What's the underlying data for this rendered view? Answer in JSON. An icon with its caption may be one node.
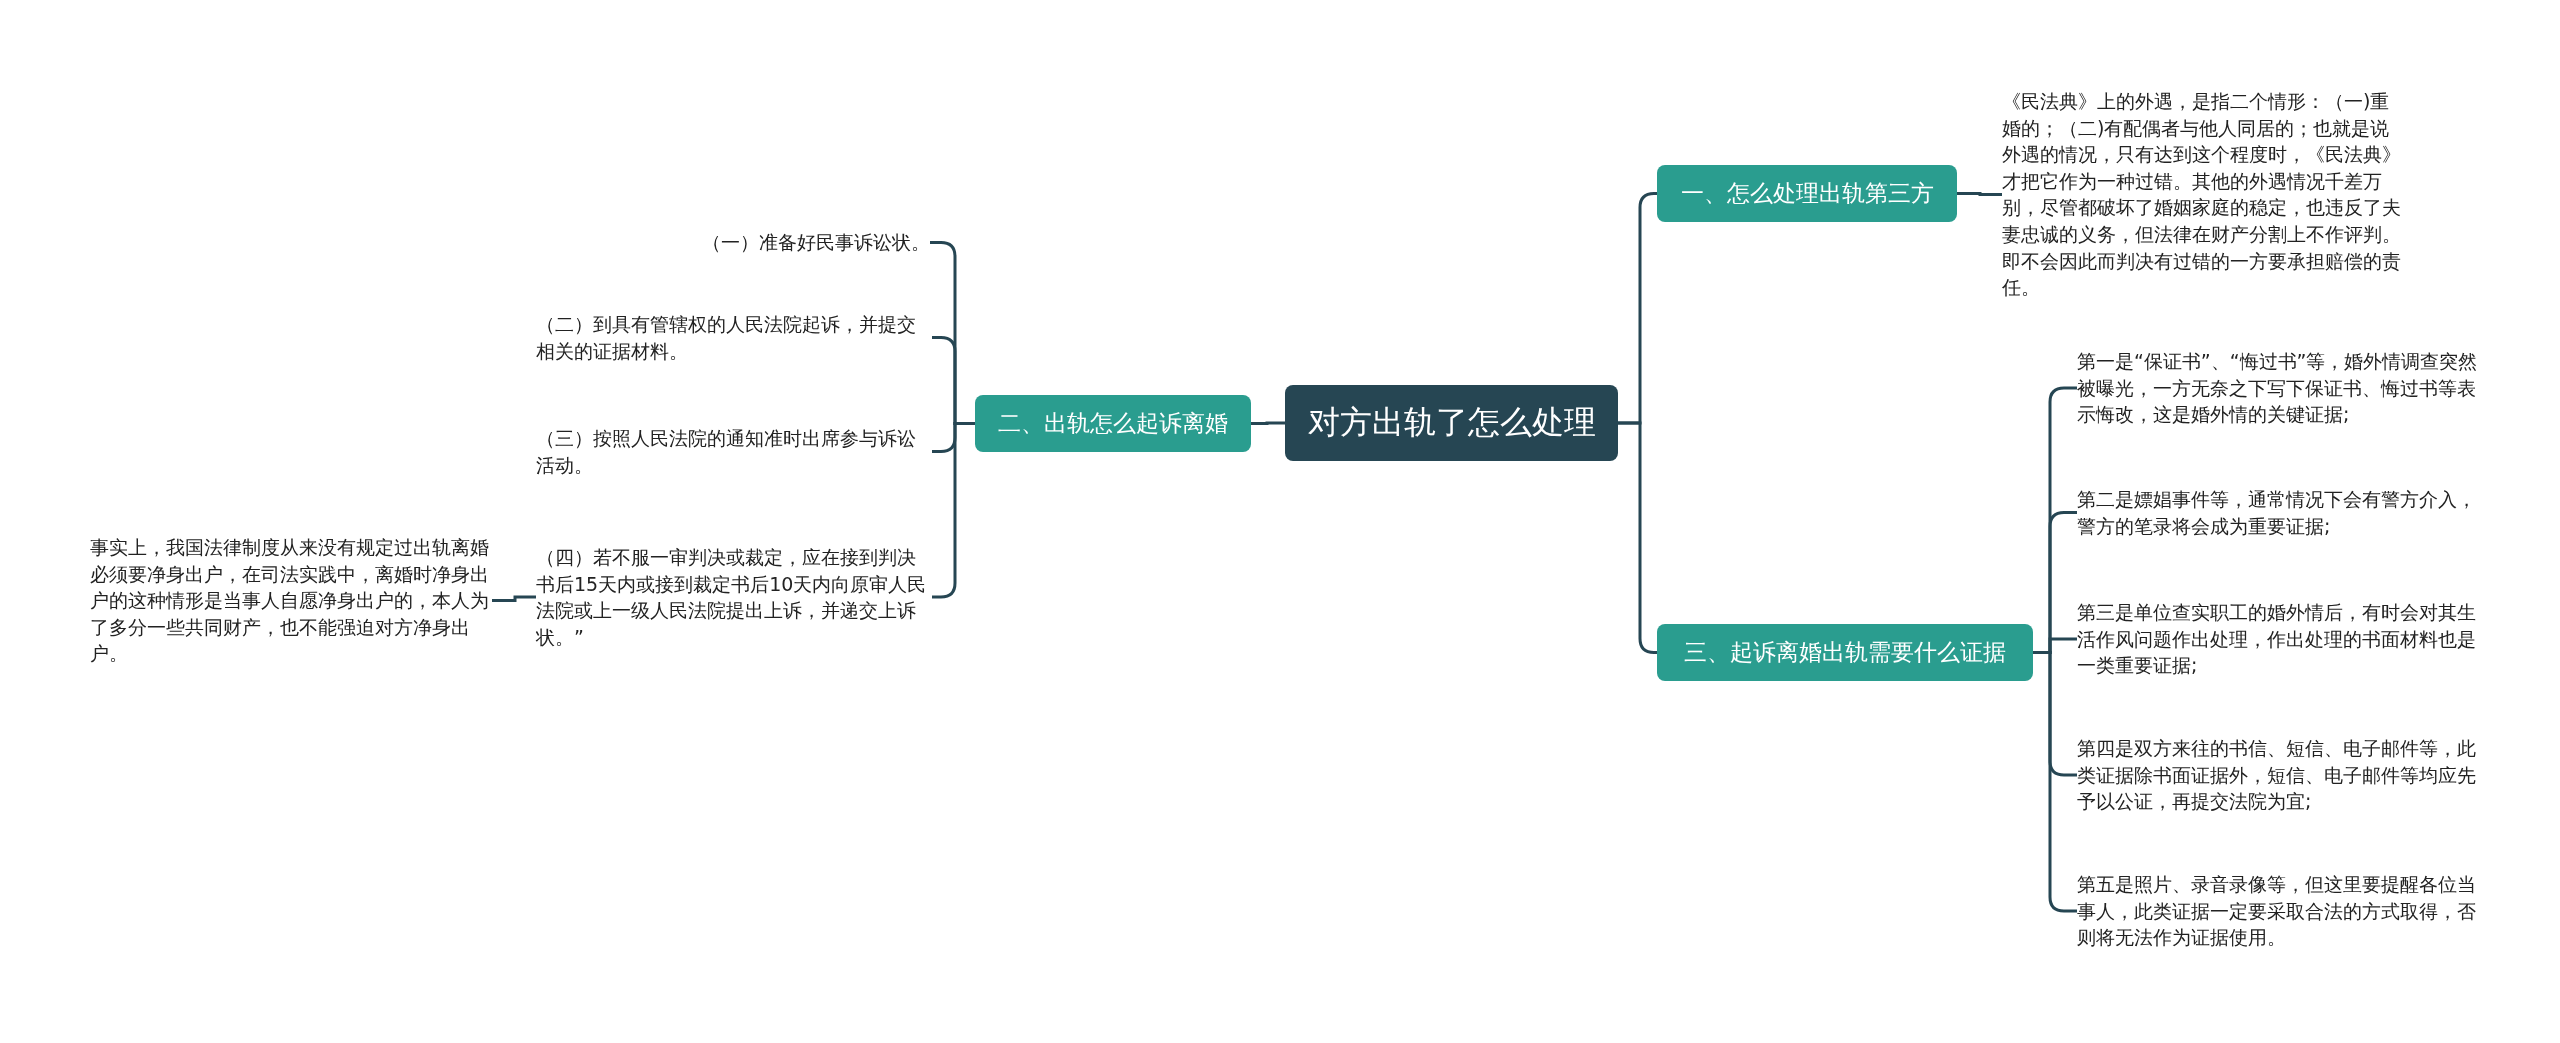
{
  "diagram": {
    "nodes": [
      {
        "text": [
          "对方出轨了怎么处理"
        ]
      },
      {
        "text": [
          "一、怎么处理出轨第三方"
        ]
      },
      {
        "text": [
          "《民法典》上的外遇，是指二个情形：（一)重婚的；（二)有配偶者与他人同居的；也就是说外遇的情况，只有达到这个程度时，《民法典》才把它作为一种过错。其他的外遇情况千差万别，尽管都破坏了婚姻家庭的稳定，也违反了夫妻忠诚的义务，但法律在财产分割上不作评判。即不会因此而判决有过错的一方要承担赔偿的责任。"
        ]
      },
      {
        "text": [
          "二、出轨怎么起诉离婚"
        ]
      },
      {
        "text": [
          "（一）准备好民事诉讼状。"
        ]
      },
      {
        "text": [
          "（二）到具有管辖权的人民法院起诉，并提交相关的证据材料。"
        ]
      },
      {
        "text": [
          "（三）按照人民法院的通知准时出席参与诉讼活动。"
        ]
      },
      {
        "text": [
          "（四）若不服一审判决或裁定，应在接到判决书后15天内或接到裁定书后10天内向原审人民法院或上一级人民法院提出上诉，并递交上诉状。”"
        ]
      },
      {
        "text": [
          "事实上，我国法律制度从来没有规定过出轨离婚必须要净身出户，在司法实践中，离婚时净身出户的这种情形是当事人自愿净身出户的，本人为了多分一些共同财产，也不能强迫对方净身出户。"
        ]
      },
      {
        "text": [
          "三、起诉离婚出轨需要什么证据"
        ]
      },
      {
        "text": [
          "第一是“保证书”、“悔过书”等，婚外情调查突然被曝光，一方无奈之下写下保证书、悔过书等表示悔改，这是婚外情的关键证据;"
        ]
      },
      {
        "text": [
          "第二是嫖娼事件等，通常情况下会有警方介入，警方的笔录将会成为重要证据;"
        ]
      },
      {
        "text": [
          "第三是单位查实职工的婚外情后，有时会对其生活作风问题作出处理，作出处理的书面材料也是一类重要证据;"
        ]
      },
      {
        "text": [
          "第四是双方来往的书信、短信、电子邮件等，此类证据除书面证据外，短信、电子邮件等均应先予以公证，再提交法院为宜;"
        ]
      },
      {
        "text": [
          "第五是照片、录音录像等，但这里要提醒各位当事人，此类证据一定要采取合法的方式取得，否则将无法作为证据使用。"
        ]
      }
    ],
    "edges": [
      {
        "from": 0,
        "to": 1,
        "arrow": "none"
      },
      {
        "from": 1,
        "to": 2,
        "arrow": "none"
      },
      {
        "from": 0,
        "to": 3,
        "arrow": "none"
      },
      {
        "from": 3,
        "to": 4,
        "arrow": "none"
      },
      {
        "from": 3,
        "to": 5,
        "arrow": "none"
      },
      {
        "from": 3,
        "to": 6,
        "arrow": "none"
      },
      {
        "from": 3,
        "to": 7,
        "arrow": "none"
      },
      {
        "from": 7,
        "to": 8,
        "arrow": "none"
      },
      {
        "from": 0,
        "to": 9,
        "arrow": "none"
      },
      {
        "from": 9,
        "to": 10,
        "arrow": "none"
      },
      {
        "from": 9,
        "to": 11,
        "arrow": "none"
      },
      {
        "from": 9,
        "to": 12,
        "arrow": "none"
      },
      {
        "from": 9,
        "to": 13,
        "arrow": "none"
      },
      {
        "from": 9,
        "to": 14,
        "arrow": "none"
      }
    ]
  }
}
